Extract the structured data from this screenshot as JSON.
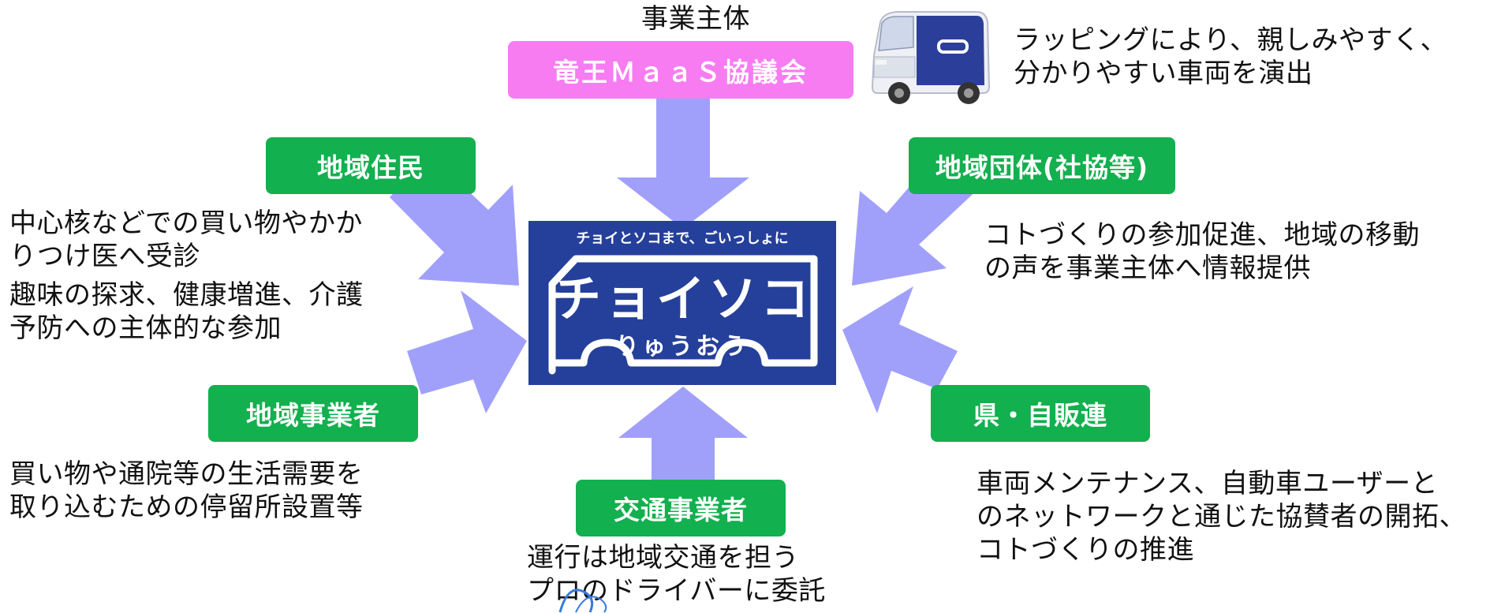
{
  "diagram": {
    "colors": {
      "arrow": "#a0a0fb",
      "stakeholder_box": "#12b04e",
      "operator_box": "#f77cf2",
      "logo_bg": "#25409a"
    },
    "operator": {
      "caption": "事業主体",
      "label": "竜王ＭａａＳ協議会"
    },
    "van_note": "ラッピングにより、親しみやすく、\n分かりやすい車両を演出",
    "logo": {
      "tagline": "チョイとソコまで、ごいっしょに",
      "main": "チョイソコ",
      "sub": "りゅうおう"
    },
    "stakeholders": {
      "residents": {
        "label": "地域住民",
        "notes": [
          "中心核などでの買い物やかか\nりつけ医へ受診",
          "趣味の探求、健康増進、介護\n予防への主体的な参加"
        ]
      },
      "community_groups": {
        "label": "地域団体(社協等)",
        "note": "コトづくりの参加促進、地域の移動\nの声を事業主体へ情報提供"
      },
      "local_businesses": {
        "label": "地域事業者",
        "note": "買い物や通院等の生活需要を\n取り込むための停留所設置等"
      },
      "prefecture": {
        "label": "県・自販連",
        "note": "車両メンテナンス、自動車ユーザーと\nのネットワークと通じた協賛者の開拓、\nコトづくりの推進"
      },
      "transport_operator": {
        "label": "交通事業者",
        "note": "運行は地域交通を担う\nプロのドライバーに委託"
      }
    }
  }
}
